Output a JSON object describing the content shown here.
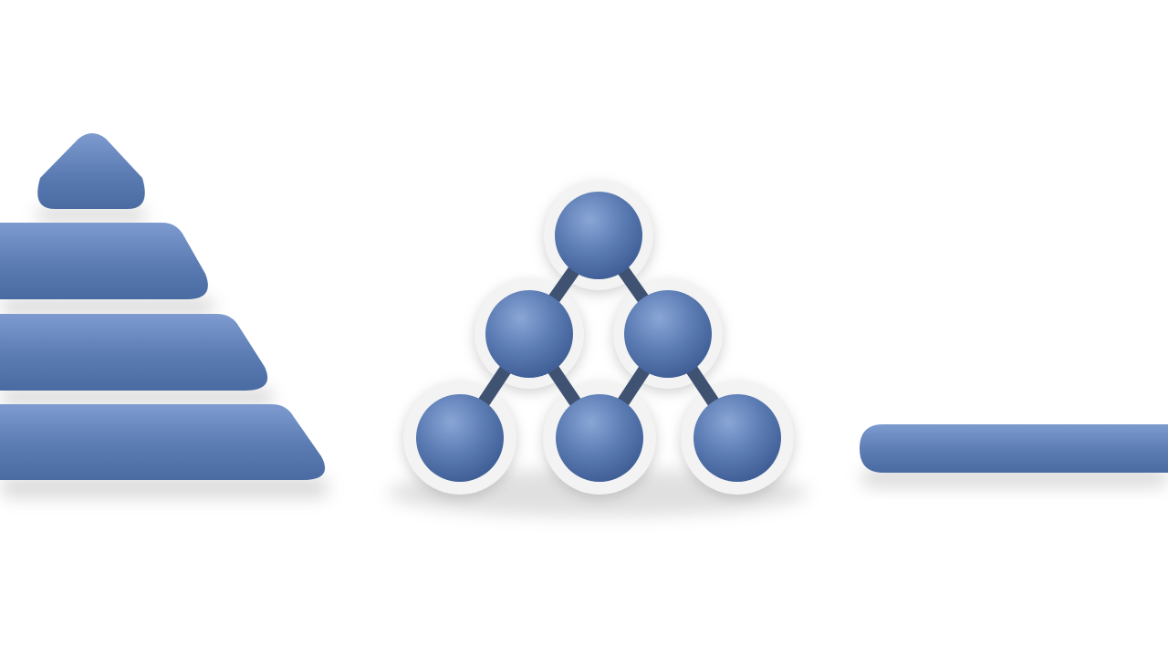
{
  "scene": {
    "background": "#ffffff",
    "palette": {
      "primary": "#5b7bb3",
      "primary_light": "#7d9bcf",
      "primary_dark": "#4a6aa2",
      "connector": "#3f5272",
      "halo": "#f3f3f3",
      "shadow": "#9a9a9a"
    },
    "objects": {
      "pyramid": {
        "name": "layered-pyramid-icon",
        "layers": 4
      },
      "network": {
        "name": "hierarchy-tree-icon",
        "nodes": 6,
        "levels": 3,
        "connectors": 6
      },
      "bar": {
        "name": "horizontal-bar-icon"
      }
    }
  }
}
